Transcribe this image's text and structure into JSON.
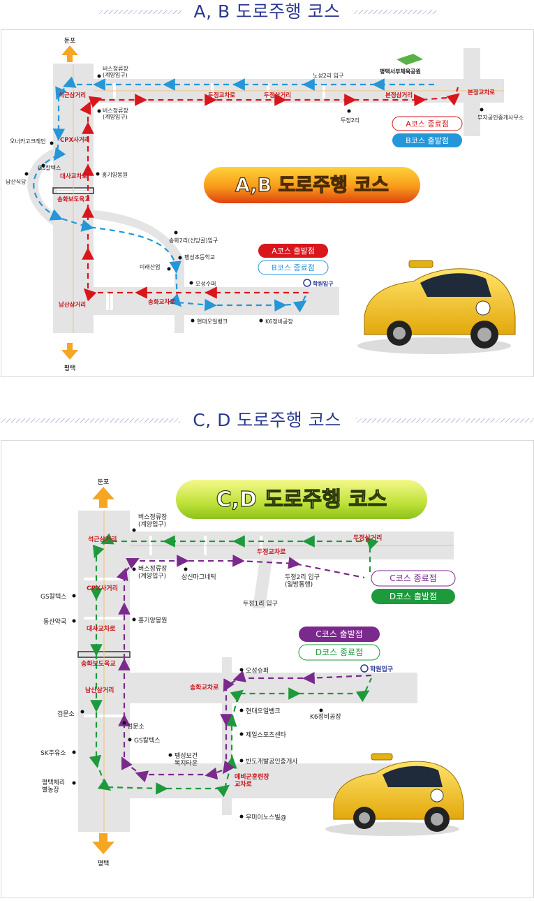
{
  "ab": {
    "section_title": "A, B 도로주행 코스",
    "banner": "A,B 도로주행 코스",
    "legend": {
      "a_end": "A코스 종료점",
      "b_start": "B코스 출발점",
      "a_start": "A코스 출발점",
      "b_end": "B코스 종료점"
    },
    "dir_north": "둔포",
    "dir_south": "평택",
    "intersections": {
      "seokgeun": "석근삼거리",
      "cpx": "CPX사거리",
      "daesa": "대사교차로",
      "songhwa_bridge": "송화보도육교",
      "namsan": "남산삼거리",
      "songhwa": "송화교차로",
      "dujeong_cross": "두정교차로",
      "dujeong3": "두정삼거리",
      "bonjeong3": "본정삼거리",
      "bonjeong_cross": "본정교차로"
    },
    "places": {
      "bus_stop_top": "버스정류장\n(계양입구)",
      "bus_stop_2": "버스정류장\n(계양입구)",
      "onuka": "오너카고크레인",
      "gs": "GS칼텍스",
      "namsan_restaurant": "남산식당",
      "heunggi": "홍기양봉원",
      "songhwa2ri": "송화2리(신당골)입구",
      "pyeongseong_school": "팽성초등학교",
      "mirae": "미래산업",
      "osung": "오성수퍼",
      "hyundai": "현대오일뱅크",
      "k6": "K6정비공장",
      "hakwon": "학원입구",
      "noseong": "노성2리 입구",
      "dujeong2ri": "두정2리",
      "park": "평택서부체육공원",
      "bujain": "부자공인중개사무소"
    }
  },
  "cd": {
    "section_title": "C, D 도로주행 코스",
    "banner": "C,D 도로주행 코스",
    "legend": {
      "c_end": "C코스 종료점",
      "d_start": "D코스 출발점",
      "c_start": "C코스 출발점",
      "d_end": "D코스 종료점"
    },
    "dir_north": "둔포",
    "dir_south": "평택",
    "intersections": {
      "seokgeun": "석근삼거리",
      "cpx": "CPX사거리",
      "daesa": "대사교차로",
      "songhwa_bridge": "송화보도육교",
      "namsan": "남산삼거리",
      "songhwa": "송화교차로",
      "dujeong_cross": "두정교차로",
      "dujeong3": "두정삼거리",
      "yebigun": "예비군훈련장\n교차로"
    },
    "places": {
      "bus_stop_top": "버스정류장\n(계양입구)",
      "bus_stop_2": "버스정류장\n(계양입구)",
      "samsin": "삼신마그네틱",
      "dujeong2ri": "두정2리 입구\n(일방통행)",
      "dujeong1ri": "두정1리 입구",
      "gs_left": "GS칼텍스",
      "dongsan": "동산약국",
      "heunggi": "홍기양봉원",
      "geommun_left": "검문소",
      "geommun": "검문소",
      "gs2": "GS칼텍스",
      "sk": "SK주유소",
      "pyeongtaek_farm": "평택체리\n별농장",
      "pyeongseong_health": "팽성보건\n복지타운",
      "osung": "오성슈퍼",
      "hakwon": "학원입구",
      "hyundai": "현대오일뱅크",
      "k6": "K6정비공장",
      "jeil": "제일스포츠센타",
      "bando": "반도개발공인중개사",
      "umi": "우미이노스빌@"
    }
  },
  "colors": {
    "title": "#2c3890",
    "route_a": "#d8161c",
    "route_b": "#2596d8",
    "route_c": "#7a2a8c",
    "route_d": "#1d9a3c",
    "road": "#e4e4e4",
    "taxi": "#f2c21a"
  },
  "icons": [
    "arrow-up-icon",
    "arrow-down-icon",
    "location-dot-icon",
    "hakwon-pin-icon",
    "park-icon",
    "taxi-car-icon"
  ]
}
